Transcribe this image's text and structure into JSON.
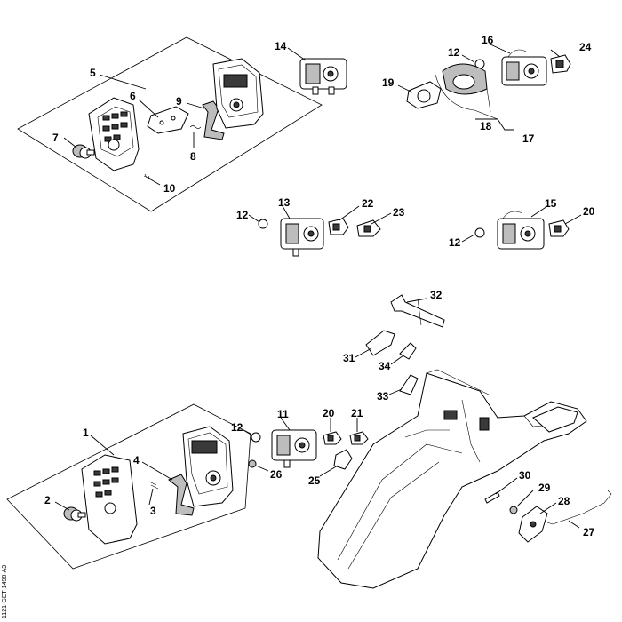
{
  "diagram": {
    "reference_code": "1121-GET-1498-A3",
    "callouts": [
      {
        "id": "c1",
        "label": "1"
      },
      {
        "id": "c2",
        "label": "2"
      },
      {
        "id": "c3",
        "label": "3"
      },
      {
        "id": "c4",
        "label": "4"
      },
      {
        "id": "c5",
        "label": "5"
      },
      {
        "id": "c6",
        "label": "6"
      },
      {
        "id": "c7",
        "label": "7"
      },
      {
        "id": "c8",
        "label": "8"
      },
      {
        "id": "c9",
        "label": "9"
      },
      {
        "id": "c10",
        "label": "10"
      },
      {
        "id": "c11",
        "label": "11"
      },
      {
        "id": "c12a",
        "label": "12"
      },
      {
        "id": "c12b",
        "label": "12"
      },
      {
        "id": "c12c",
        "label": "12"
      },
      {
        "id": "c12d",
        "label": "12"
      },
      {
        "id": "c13",
        "label": "13"
      },
      {
        "id": "c14",
        "label": "14"
      },
      {
        "id": "c15",
        "label": "15"
      },
      {
        "id": "c16",
        "label": "16"
      },
      {
        "id": "c17",
        "label": "17"
      },
      {
        "id": "c18",
        "label": "18"
      },
      {
        "id": "c19",
        "label": "19"
      },
      {
        "id": "c20a",
        "label": "20"
      },
      {
        "id": "c20b",
        "label": "20"
      },
      {
        "id": "c21",
        "label": "21"
      },
      {
        "id": "c22",
        "label": "22"
      },
      {
        "id": "c23",
        "label": "23"
      },
      {
        "id": "c24",
        "label": "24"
      },
      {
        "id": "c25",
        "label": "25"
      },
      {
        "id": "c26",
        "label": "26"
      },
      {
        "id": "c27",
        "label": "27"
      },
      {
        "id": "c28",
        "label": "28"
      },
      {
        "id": "c29",
        "label": "29"
      },
      {
        "id": "c30",
        "label": "30"
      },
      {
        "id": "c31",
        "label": "31"
      },
      {
        "id": "c32",
        "label": "32"
      },
      {
        "id": "c33",
        "label": "33"
      },
      {
        "id": "c34",
        "label": "34"
      }
    ]
  }
}
